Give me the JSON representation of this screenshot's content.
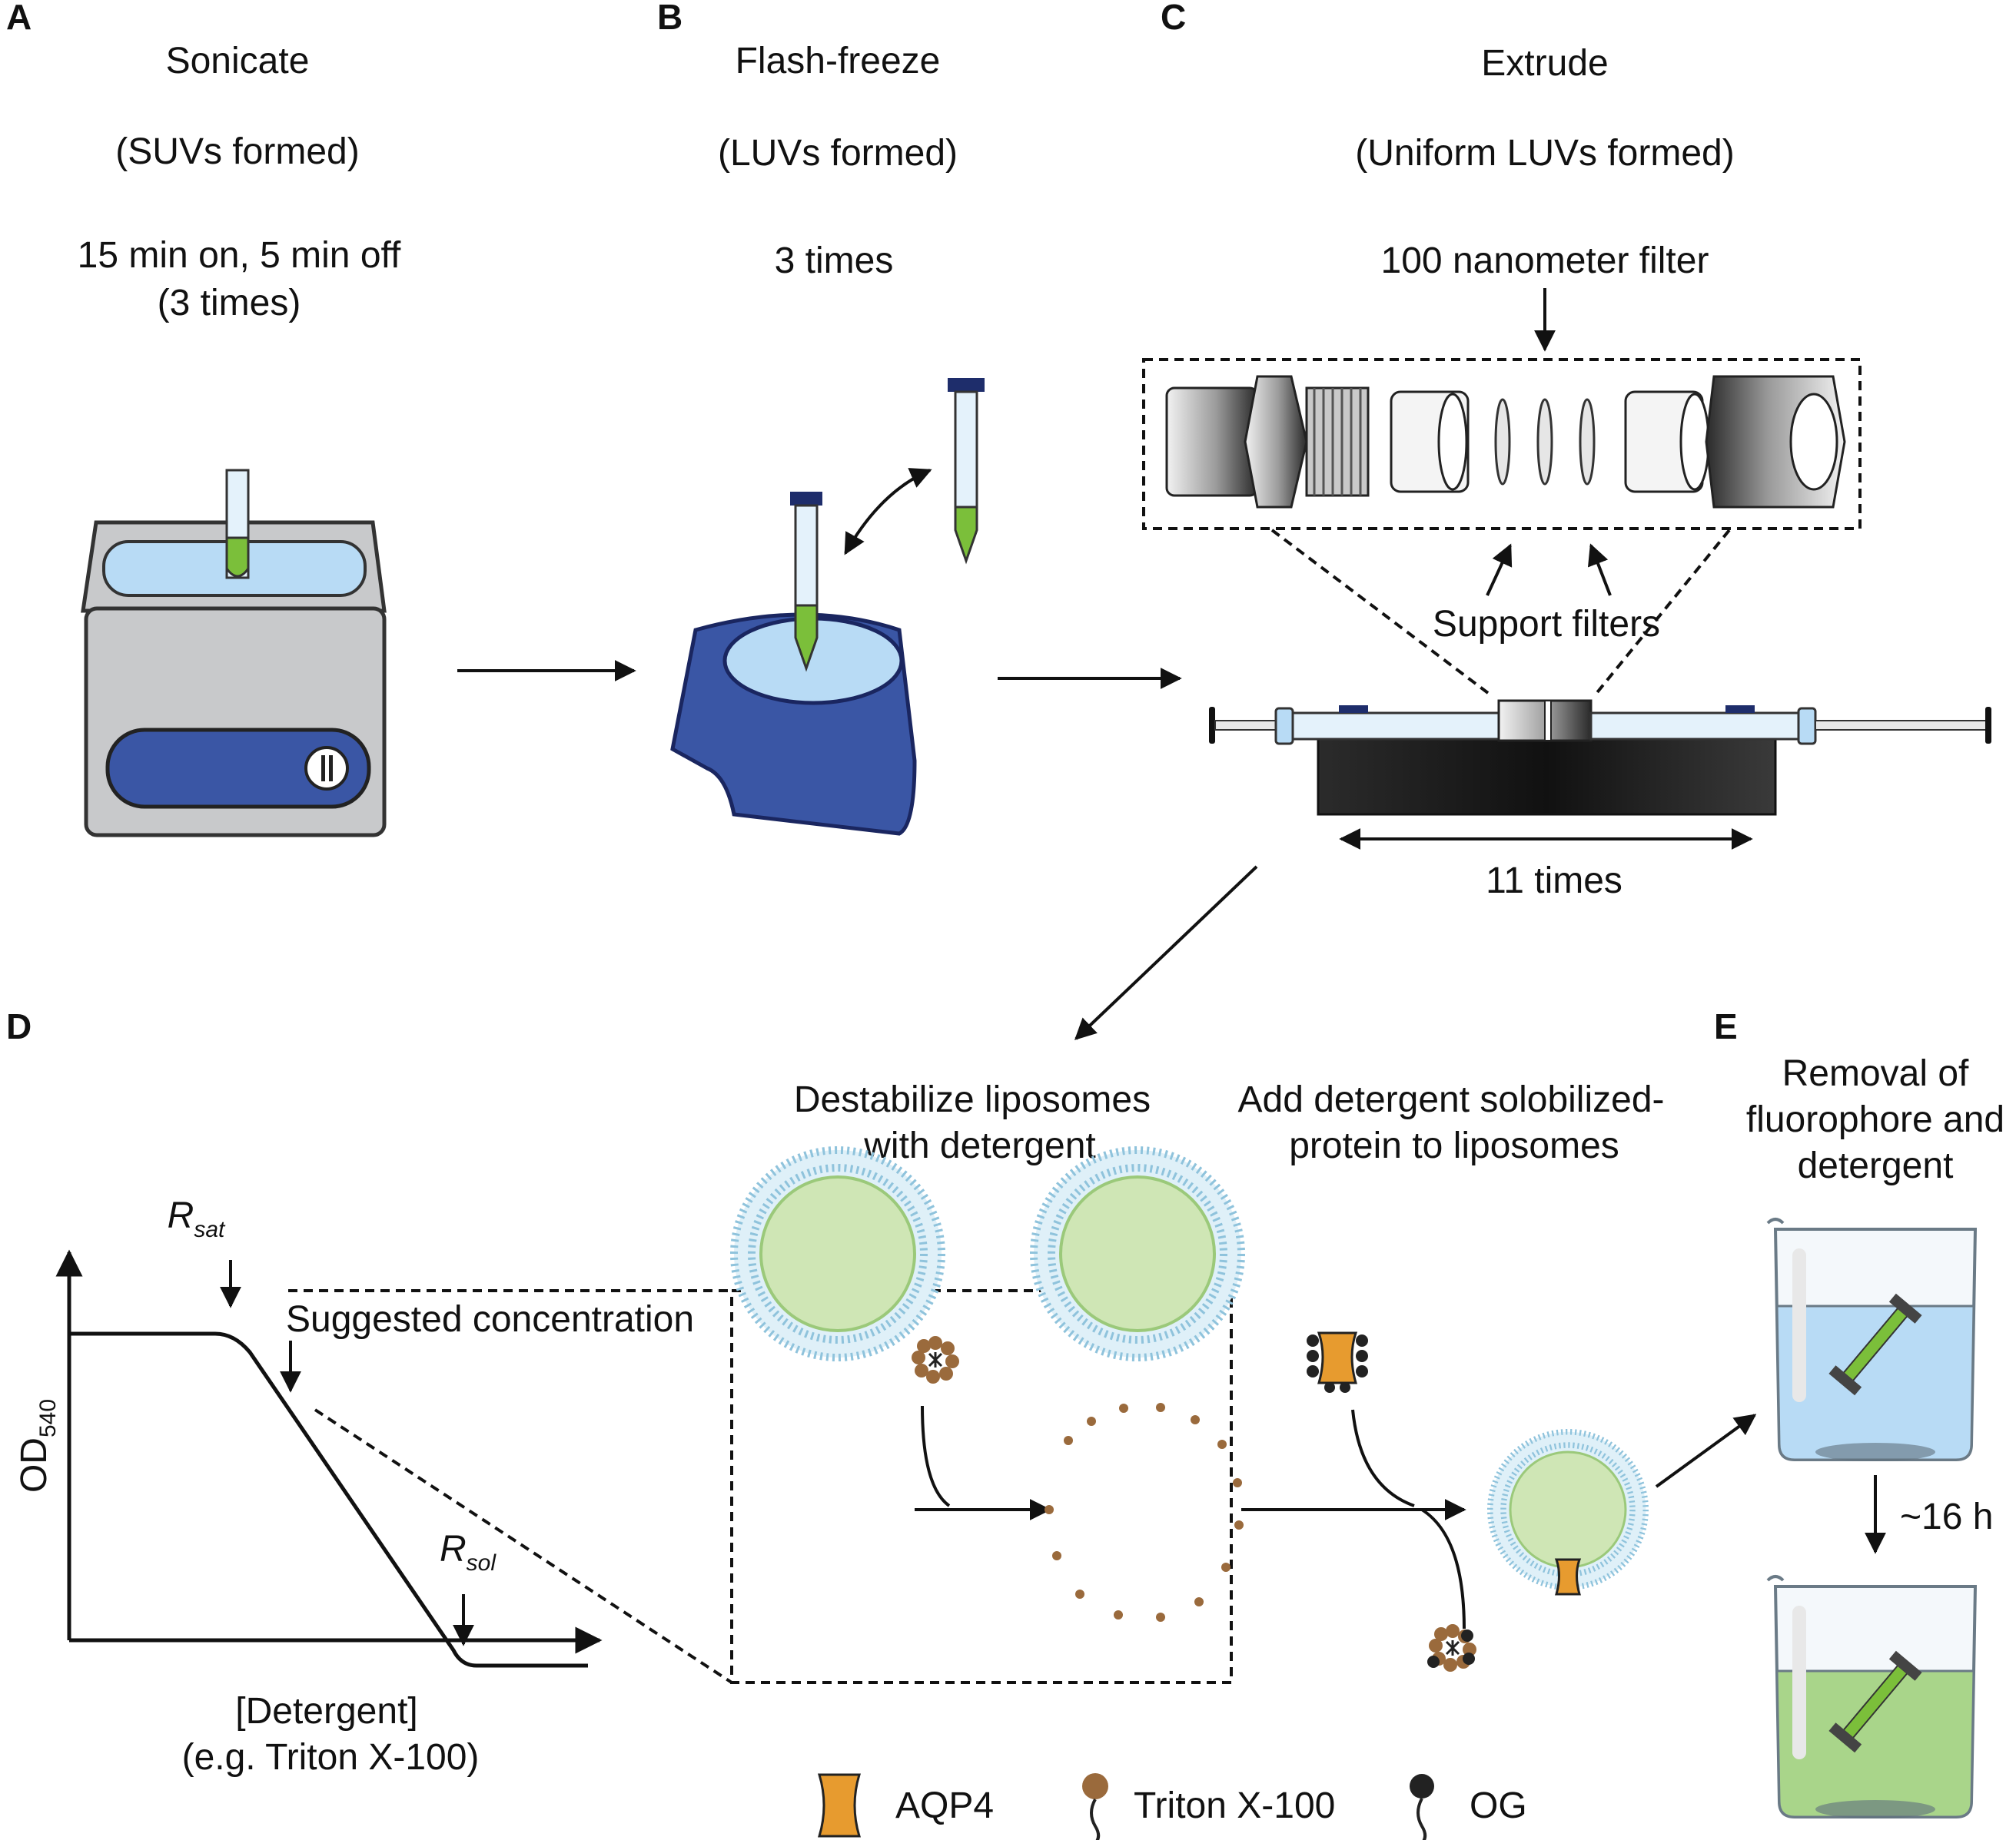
{
  "colors": {
    "navy": "#3a56a5",
    "navy_dark": "#1e2d6b",
    "light_blue": "#b8dbf5",
    "green": "#7bbf3a",
    "pale_green": "#cfe6b5",
    "steel": "#c8c9cb",
    "orange": "#e79b2f",
    "brown": "#9a6a3c",
    "membrane": "#9ccbe0"
  },
  "panels": {
    "A": {
      "letter": "A",
      "title": "Sonicate",
      "subtitle": "(SUVs formed)",
      "detail_1": "15 min on, 5 min off",
      "detail_2": "(3 times)"
    },
    "B": {
      "letter": "B",
      "title": "Flash-freeze",
      "subtitle": "(LUVs formed)",
      "detail": "3 times"
    },
    "C": {
      "letter": "C",
      "title": "Extrude",
      "subtitle": "(Uniform LUVs formed)",
      "filter_label": "100 nanometer filter",
      "support_label": "Support filters",
      "repeat_label": "11 times"
    },
    "D": {
      "letter": "D",
      "step_1_line_1": "Destabilize liposomes",
      "step_1_line_2": "with detergent",
      "step_2_line_1": "Add detergent solobilized-",
      "step_2_line_2": "protein to liposomes",
      "r_sat_main": "R",
      "r_sat_sub": "sat",
      "r_sol_main": "R",
      "r_sol_sub": "sol",
      "suggested": "Suggested concentration",
      "y_axis_main": "OD",
      "y_axis_sub": "540",
      "x_axis_line_1": "[Detergent]",
      "x_axis_line_2": "(e.g. Triton X-100)"
    },
    "E": {
      "letter": "E",
      "title_line_1": "Removal of",
      "title_line_2": "fluorophore and",
      "title_line_3": "detergent",
      "time_label": "~16 h"
    }
  },
  "legend": [
    {
      "icon": "aqp4-icon",
      "label": "AQP4"
    },
    {
      "icon": "triton-icon",
      "label": "Triton X-100"
    },
    {
      "icon": "og-icon",
      "label": "OG"
    }
  ]
}
